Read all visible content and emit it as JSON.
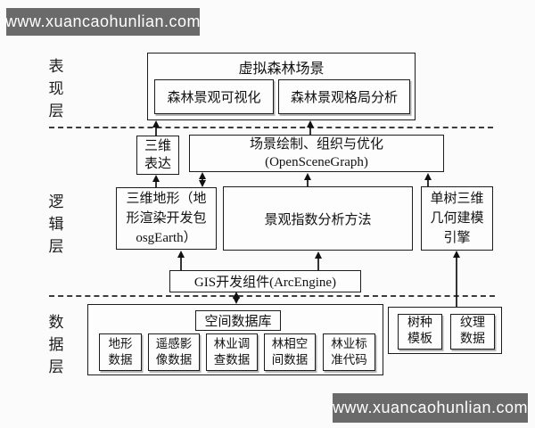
{
  "watermark": {
    "text": "www.xuancaohunlian.com",
    "bg": "#6a6a6a"
  },
  "layer_labels": {
    "presentation": "表现层",
    "logic": "逻辑层",
    "data": "数据层"
  },
  "presentation": {
    "title": "虚拟森林场景",
    "visualization": "森林景观可视化",
    "pattern_analysis": "森林景观格局分析"
  },
  "logic": {
    "expression_3d": "三维\n表达",
    "scene_graph": "场景绘制、组织与优化\n(OpenSceneGraph)",
    "terrain_3d": "三维地形（地\n形渲染开发包\nosgEarth）",
    "landscape_index": "景观指数分析方法",
    "tree_engine": "单树三维\n几何建模\n引擎",
    "gis_component": "GIS开发组件(ArcEngine)"
  },
  "data": {
    "spatial_db": "空间数据库",
    "datasets": [
      "地形\n数据",
      "遥感影\n像数据",
      "林业调\n查数据",
      "林相空\n间数据",
      "林业标\n准代码"
    ],
    "resources": [
      "树种\n模板",
      "纹理\n数据"
    ]
  },
  "edges": [
    {
      "from": "expression-3d",
      "to": "virtual-forest-scene",
      "type": "arrow-up"
    },
    {
      "from": "scene-graph",
      "to": "virtual-forest-scene",
      "type": "arrow-up"
    },
    {
      "from": "terrain-3d",
      "to": "expression-3d",
      "type": "arrow-up"
    },
    {
      "from": "terrain-3d",
      "to": "scene-graph",
      "type": "arrow-both"
    },
    {
      "from": "landscape-index",
      "to": "scene-graph",
      "type": "arrow-up"
    },
    {
      "from": "tree-engine",
      "to": "scene-graph",
      "type": "arrow-up"
    },
    {
      "from": "gis-component",
      "to": "terrain-3d",
      "type": "arrow-up"
    },
    {
      "from": "gis-component",
      "to": "landscape-index",
      "type": "arrow-up"
    },
    {
      "from": "gis-component",
      "to": "spatial-database",
      "type": "arrow-both"
    },
    {
      "from": "tree-texture-store",
      "to": "tree-engine",
      "type": "arrow-up"
    }
  ]
}
